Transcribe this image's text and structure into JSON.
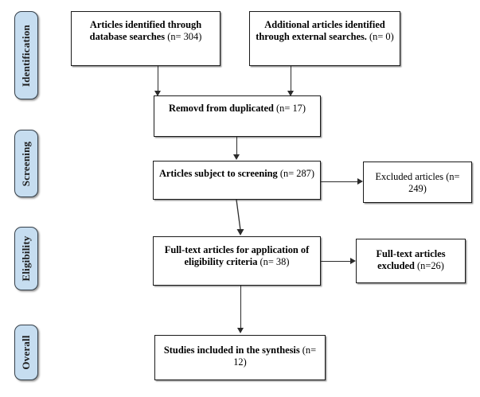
{
  "diagram": {
    "type": "prisma-flow-diagram",
    "colors": {
      "stage_fill": "#c6ddf0",
      "stage_border": "#35404a",
      "box_border": "#1a1a1a",
      "box_fill": "#ffffff",
      "connector": "#2b2b2b",
      "text": "#000000"
    },
    "stages": [
      {
        "id": "identification",
        "label": "Identification"
      },
      {
        "id": "screening",
        "label": "Screening"
      },
      {
        "id": "eligibility",
        "label": "Eligibility"
      },
      {
        "id": "overall",
        "label": "Overall"
      }
    ],
    "boxes": [
      {
        "id": "database-searches",
        "bold_text": "Articles identified through database searches",
        "regular_text": "(n= 304)",
        "count": 304
      },
      {
        "id": "external-searches",
        "bold_text": "Additional articles identified through external searches.",
        "regular_text": "(n= 0)",
        "count": 0
      },
      {
        "id": "duplicates-removed",
        "bold_text": "Removd from duplicated",
        "regular_text": "(n= 17)",
        "count": 17
      },
      {
        "id": "articles-screened",
        "bold_text": "Articles subject to screening",
        "regular_text": "(n= 287)",
        "count": 287
      },
      {
        "id": "excluded-articles",
        "bold_text": "",
        "regular_text": "Excluded articles (n= 249)",
        "count": 249
      },
      {
        "id": "fulltext-eligibility",
        "bold_text": "Full-text articles for application of eligibility criteria",
        "regular_text": "(n= 38)",
        "count": 38
      },
      {
        "id": "fulltext-excluded",
        "bold_text": "Full-text articles excluded",
        "regular_text": "(n=26)",
        "count": 26
      },
      {
        "id": "studies-included",
        "bold_text": "Studies included in the synthesis",
        "regular_text": "(n= 12)",
        "count": 12
      }
    ]
  }
}
